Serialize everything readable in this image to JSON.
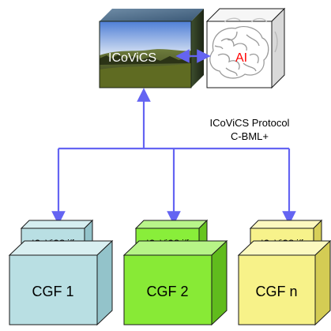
{
  "top": {
    "icovics_label": "ICoViCS",
    "ai_label": "AI"
  },
  "protocol": {
    "line1": "ICoViCS Protocol",
    "line2": "C-BML+"
  },
  "nodes": [
    {
      "interface_label": "ICoViCS i/f",
      "label": "CGF 1",
      "colors": {
        "if_front": "#b9dfe3",
        "if_top": "#d6eef0",
        "if_side": "#93c3ca",
        "box_front": "#b9dfe3",
        "box_top": "#d9eff1",
        "box_side": "#93c3ca"
      }
    },
    {
      "interface_label": "ICoViCS i/f",
      "label": "CGF 2",
      "colors": {
        "if_front": "#89ee3a",
        "if_top": "#b8f58a",
        "if_side": "#66c420",
        "box_front": "#88ea36",
        "box_top": "#b7f487",
        "box_side": "#60bb1d"
      }
    },
    {
      "interface_label": "ICoViCS i/f",
      "label": "CGF n",
      "colors": {
        "if_front": "#f7f28b",
        "if_top": "#fcf8bf",
        "if_side": "#d7cf58",
        "box_front": "#f7f289",
        "box_top": "#fcf9c0",
        "box_side": "#d4cc54"
      }
    }
  ],
  "colors": {
    "connector": "#6464f2",
    "ai_text": "#ff0000",
    "text": "#000000",
    "white_text": "#ffffff"
  }
}
